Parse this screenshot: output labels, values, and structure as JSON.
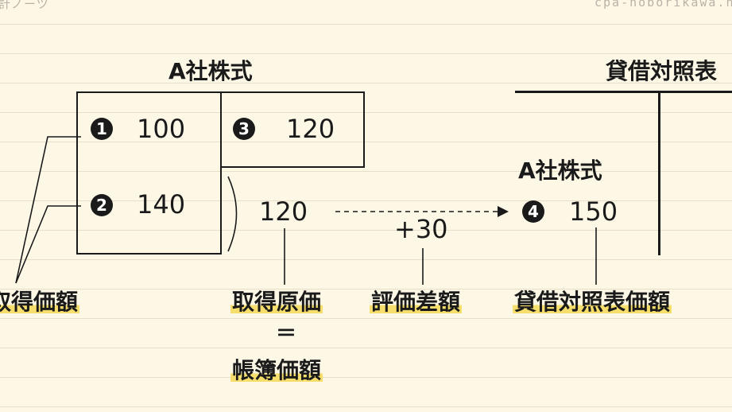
{
  "header": {
    "left_text": "計ノーツ",
    "right_text": "cpa-noborikawa.n"
  },
  "t_account": {
    "title": "A社株式",
    "debit": [
      {
        "marker": "1",
        "value": "100"
      },
      {
        "marker": "2",
        "value": "140"
      }
    ],
    "credit": [
      {
        "marker": "3",
        "value": "120"
      }
    ]
  },
  "difference": {
    "book_value": "120",
    "valuation_diff": "+30"
  },
  "balance_sheet": {
    "title": "貸借対照表",
    "item_label": "A社株式",
    "marker": "4",
    "value": "150"
  },
  "labels": {
    "acquisition_amount": "取得価額",
    "acquisition_cost": "取得原価",
    "equals": "＝",
    "book_value": "帳簿価額",
    "valuation_difference": "評価差額",
    "bs_value": "貸借対照表価額"
  },
  "colors": {
    "highlight": "#f6de6c",
    "ink": "#1a1a1a",
    "background": "#fdf8e6"
  }
}
